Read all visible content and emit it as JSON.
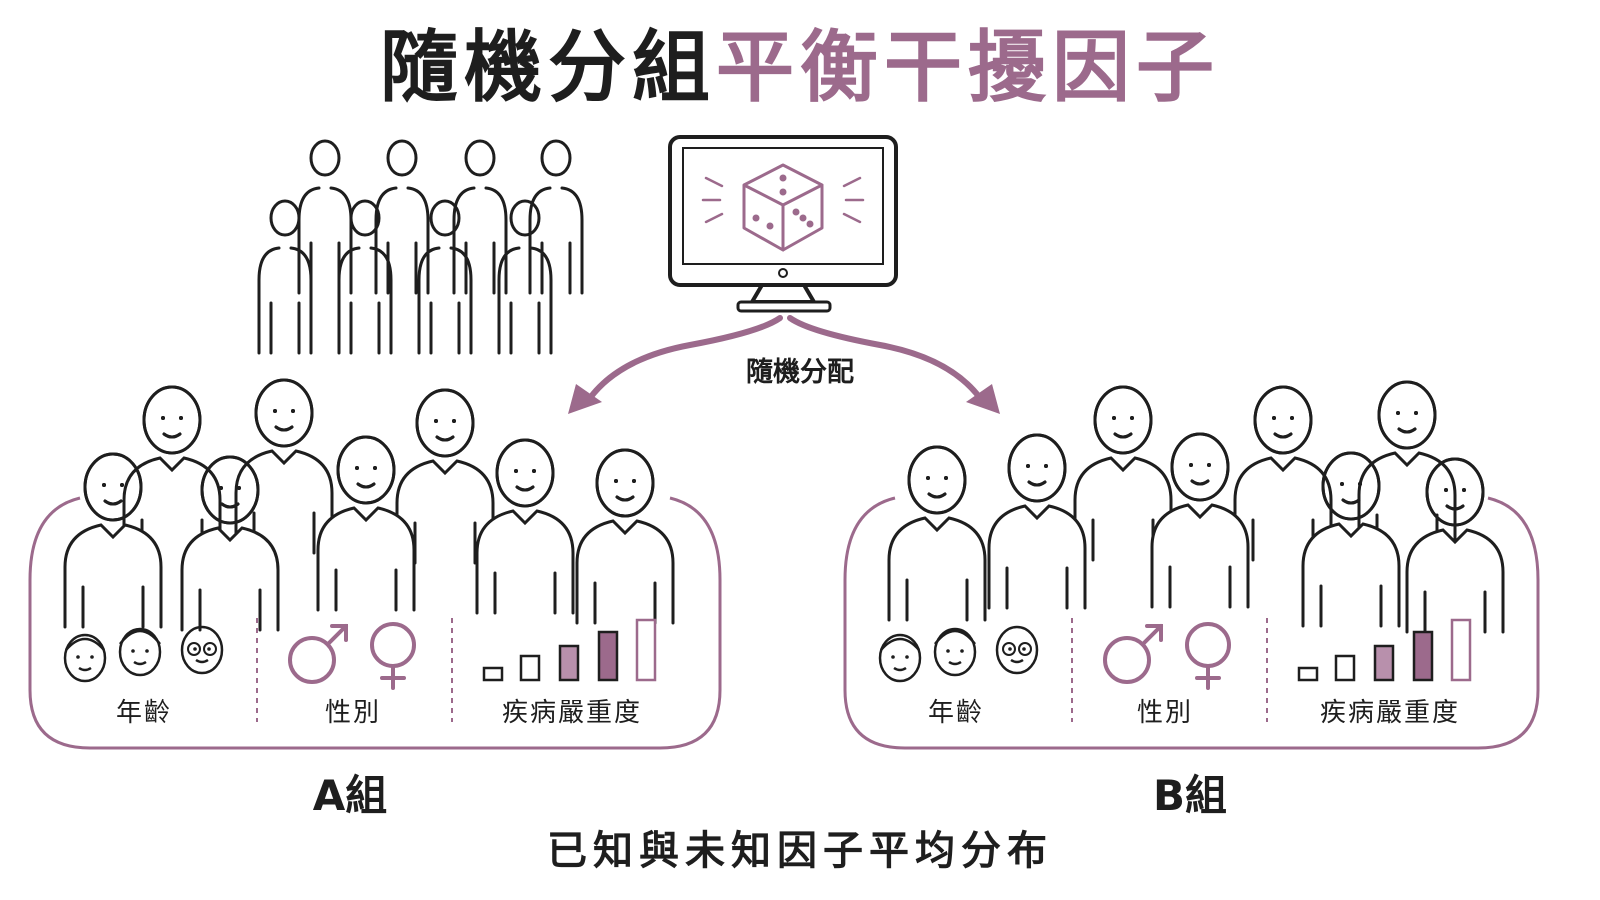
{
  "title": {
    "part1": "隨機分組",
    "part2": "平衡干擾因子"
  },
  "assign_label": "隨機分配",
  "groups": [
    {
      "label": "A組",
      "factors": {
        "age": "年齡",
        "sex": "性別",
        "severity": "疾病嚴重度"
      }
    },
    {
      "label": "B組",
      "factors": {
        "age": "年齡",
        "sex": "性別",
        "severity": "疾病嚴重度"
      }
    }
  ],
  "footer": "已知與未知因子平均分布",
  "colors": {
    "accent": "#9c6a8c",
    "ink": "#1e1e1e",
    "fill": "#b890ac"
  },
  "icons": {
    "computer": "monitor-dice-icon",
    "people": "person-outline-icon",
    "male": "male-symbol-icon",
    "female": "female-symbol-icon",
    "severity": "severity-bars-icon"
  }
}
